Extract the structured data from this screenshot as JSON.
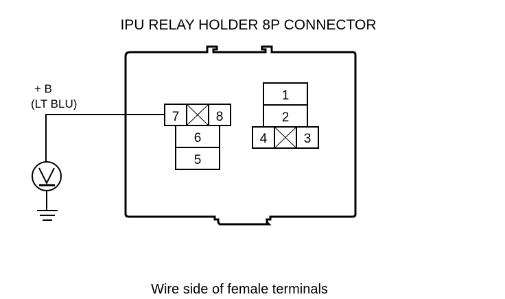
{
  "title": "IPU RELAY HOLDER 8P CONNECTOR",
  "caption": "Wire side of female terminals",
  "probe": {
    "label_line1": "+ B",
    "label_line2": "(LT BLU)",
    "meter_icon": "voltmeter-icon",
    "ground_icon": "ground-icon"
  },
  "terminals": {
    "t1": "1",
    "t2": "2",
    "t3": "3",
    "t4": "4",
    "t5": "5",
    "t6": "6",
    "t7": "7",
    "t8": "8"
  },
  "colors": {
    "line": "#000000",
    "background": "#ffffff"
  }
}
